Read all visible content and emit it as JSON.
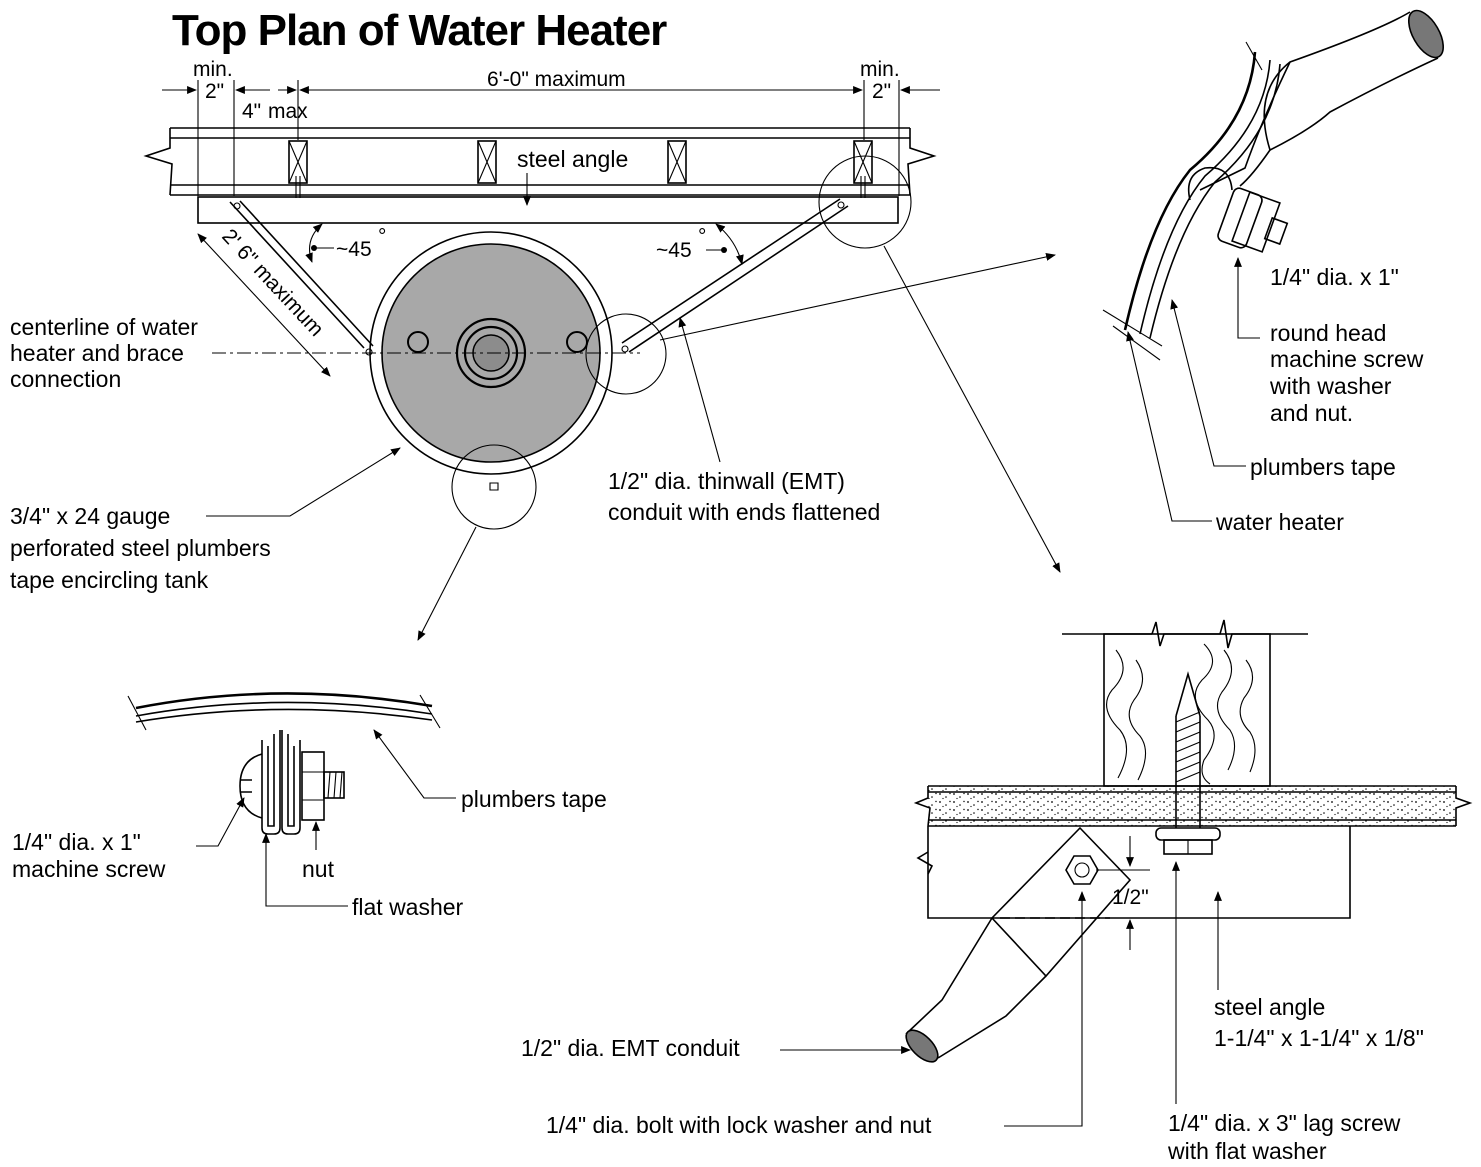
{
  "title": "Top Plan of Water Heater",
  "dimensions": {
    "min_left": "min.",
    "two_left": "2\"",
    "four_max_a": "4\"",
    "four_max_b": "max",
    "six_max": "6'-0\" maximum",
    "min_right": "min.",
    "two_right": "2\"",
    "angle_left": "~45",
    "angle_right": "~45",
    "brace_length": "2' 6\" maximum",
    "half_inch": "1/2\""
  },
  "plan_labels": {
    "steel_angle": "steel angle",
    "centerline": [
      "centerline of water",
      "heater and brace",
      "connection"
    ],
    "tape": [
      "3/4\" x 24 gauge",
      "perforated steel plumbers",
      "tape encircling tank"
    ],
    "conduit": [
      "1/2\" dia. thinwall (EMT)",
      "conduit with ends flattened"
    ]
  },
  "detail_right": {
    "screw": [
      "1/4\" dia. x 1\"",
      "round head",
      "machine screw",
      "with washer",
      "and nut."
    ],
    "tape": "plumbers tape",
    "heater": "water heater"
  },
  "detail_bottom_left": {
    "tape": "plumbers tape",
    "screw": [
      "1/4\" dia. x 1\"",
      "machine screw"
    ],
    "nut": "nut",
    "washer": "flat washer"
  },
  "detail_bottom_right": {
    "angle": [
      "steel angle",
      "1-1/4\" x 1-1/4\" x 1/8\""
    ],
    "conduit": "1/2\" dia. EMT conduit",
    "bolt": "1/4\" dia. bolt with lock washer and nut",
    "lag": [
      "1/4\" dia. x 3\" lag screw",
      "with flat washer"
    ]
  }
}
